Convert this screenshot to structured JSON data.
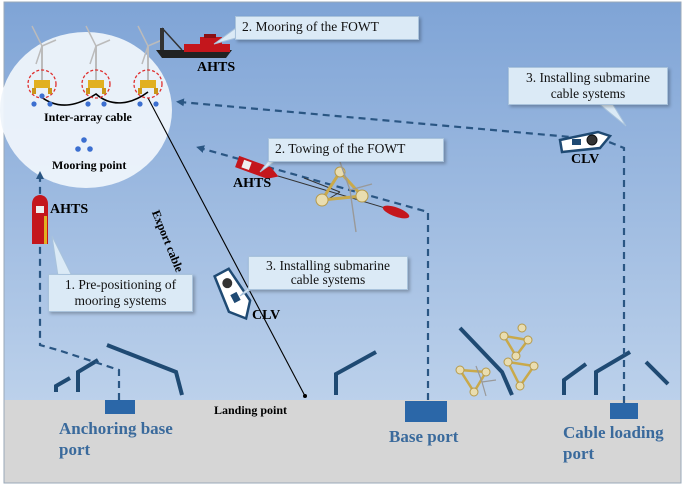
{
  "callouts": {
    "mooring": "2.   Mooring of the FOWT",
    "towing": "2.   Towing of the FOWT",
    "cable_top_line1": "3.   Installing submarine",
    "cable_top_line2": "cable systems",
    "cable_mid_line1": "3.   Installing submarine",
    "cable_mid_line2": "cable systems",
    "prepos_line1": "1.  Pre-positioning of",
    "prepos_line2": "mooring systems"
  },
  "vessels": {
    "ahts_top": "AHTS",
    "ahts_mid": "AHTS",
    "ahts_left": "AHTS",
    "clv_top": "CLV",
    "clv_mid": "CLV"
  },
  "labels": {
    "inter_array": "Inter-array cable",
    "mooring_point": "Mooring point",
    "export_cable": "Export cable",
    "landing_point": "Landing point"
  },
  "ports": {
    "anchoring_line1": "Anchoring base",
    "anchoring_line2": "port",
    "base": "Base port",
    "cable_line1": "Cable loading",
    "cable_line2": "port"
  },
  "colors": {
    "sea_top": "#7fa4d6",
    "sea_bottom": "#b9cfea",
    "land": "#d6d6d6",
    "breakwater": "#1f4a73",
    "route": "#2a5683",
    "port_box": "#2b67a8",
    "port_text": "#3a6a9c",
    "vessel_red": "#c4161c",
    "callout_bg": "#dbeaf6"
  }
}
